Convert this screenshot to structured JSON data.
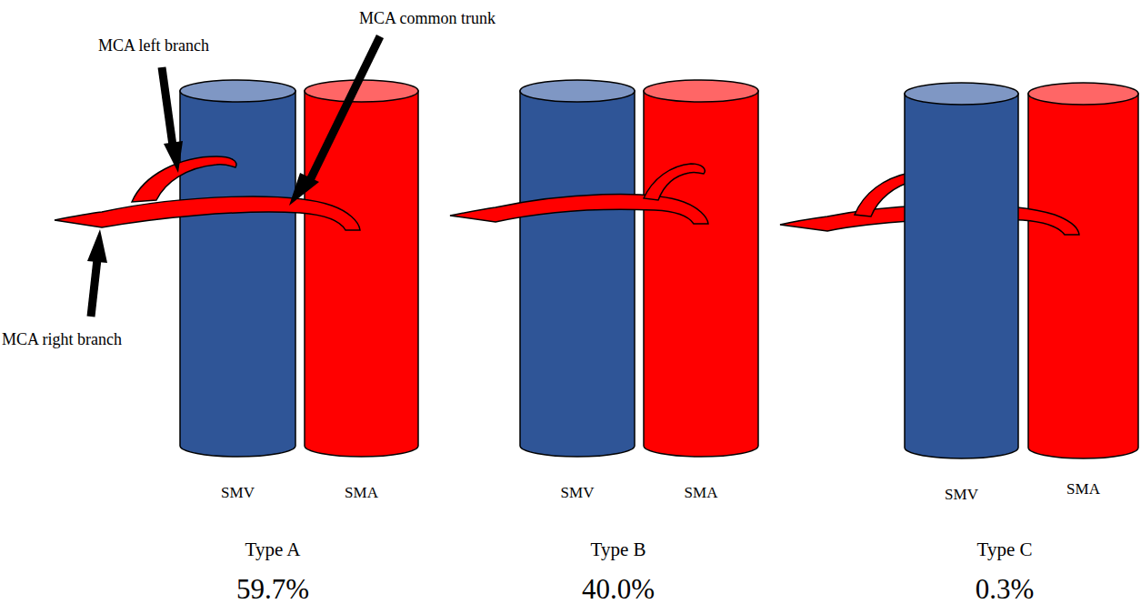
{
  "diagram": {
    "labels": [
      "MCA common trunk",
      "MCA left branch",
      "MCA right branch",
      "SMV",
      "SMA",
      "SMV",
      "SMA",
      "SMV",
      "SMA",
      "Type A",
      "Type B",
      "Type C",
      "59.7%",
      "40.0%",
      "0.3%"
    ]
  }
}
